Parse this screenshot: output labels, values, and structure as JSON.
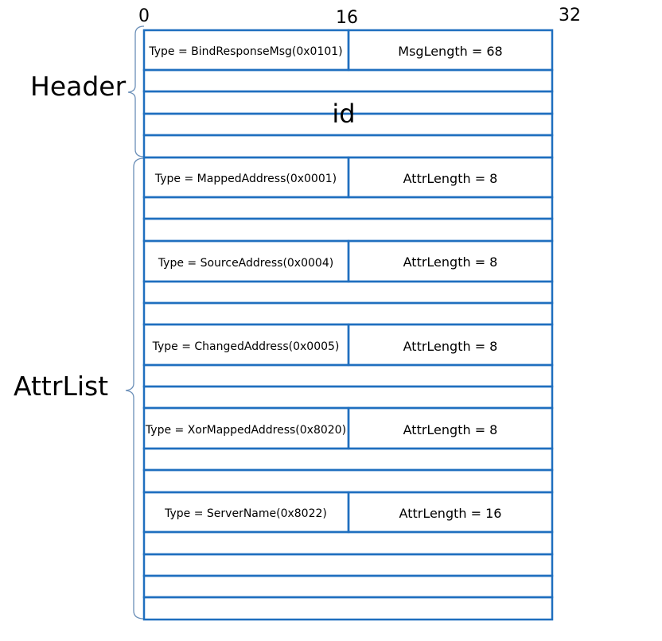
{
  "bit_ticks": [
    "0",
    "16",
    "32"
  ],
  "groups": {
    "header": "Header",
    "attrlist": "AttrList"
  },
  "header": {
    "type": "Type = BindResponseMsg(0x0101)",
    "length": "MsgLength = 68",
    "id": "id"
  },
  "attributes": [
    {
      "type": "Type = MappedAddress(0x0001)",
      "length": "AttrLength = 8"
    },
    {
      "type": "Type = SourceAddress(0x0004)",
      "length": "AttrLength = 8"
    },
    {
      "type": "Type = ChangedAddress(0x0005)",
      "length": "AttrLength = 8"
    },
    {
      "type": "Type = XorMappedAddress(0x8020)",
      "length": "AttrLength = 8"
    },
    {
      "type": "Type = ServerName(0x8022)",
      "length": "AttrLength = 16"
    }
  ],
  "colors": {
    "line": "#1f6fbf",
    "brace": "#6b8fb8",
    "text": "#000000"
  }
}
